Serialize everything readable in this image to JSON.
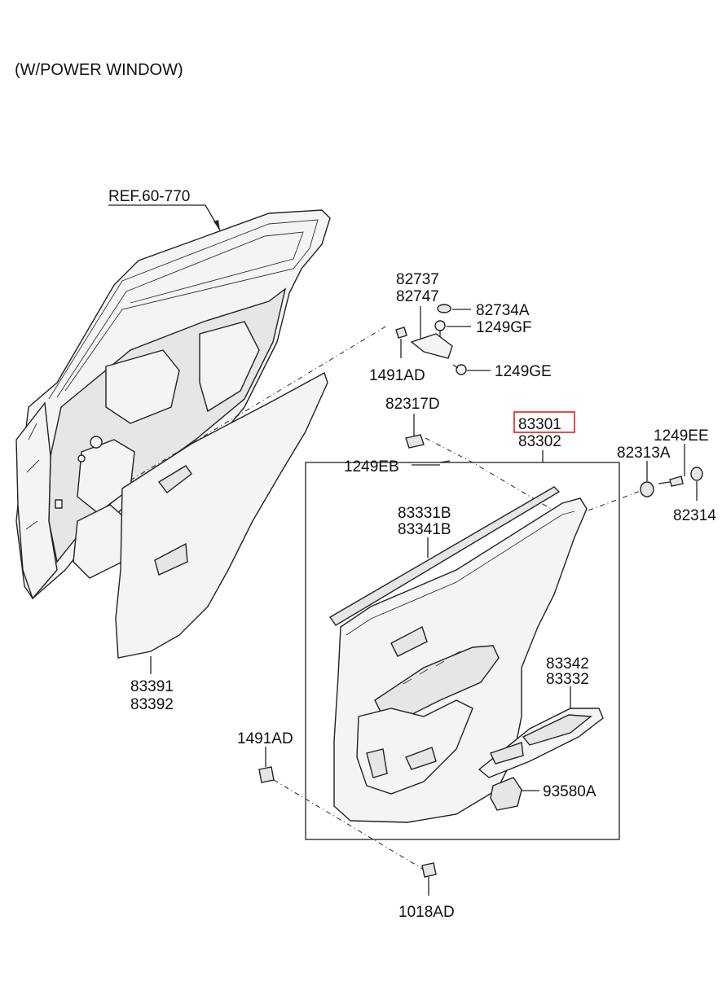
{
  "header": {
    "title": "(W/POWER WINDOW)"
  },
  "highlight_color": "#e02020",
  "labels": {
    "ref": "REF.60-770",
    "p82737": "82737",
    "p82747": "82747",
    "p82734a": "82734A",
    "p1249gf": "1249GF",
    "p1249ge": "1249GE",
    "p1491ad_top": "1491AD",
    "p82317d": "82317D",
    "p1249eb": "1249EB",
    "p83301": "83301",
    "p83302": "83302",
    "p1249ee": "1249EE",
    "p82313a": "82313A",
    "p82314": "82314",
    "p83331b": "83331B",
    "p83341b": "83341B",
    "p83391": "83391",
    "p83392": "83392",
    "p83342": "83342",
    "p83332": "83332",
    "p93580a": "93580A",
    "p1491ad_bottom": "1491AD",
    "p1018ad": "1018AD"
  }
}
